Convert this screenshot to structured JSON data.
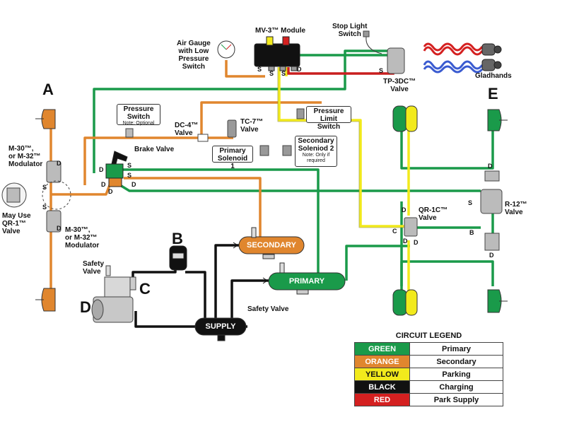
{
  "labels": {
    "mv3": "MV-3™ Module",
    "stop_light_1": "Stop Light",
    "stop_light_2": "Switch",
    "air_gauge_1": "Air Gauge",
    "air_gauge_2": "with Low",
    "air_gauge_3": "Pressure",
    "air_gauge_4": "Switch",
    "gladhands": "Gladhands",
    "tp3dc_1": "TP-3DC™",
    "tp3dc_2": "Valve",
    "pressure_switch_1": "Pressure",
    "pressure_switch_2": "Switch",
    "pressure_switch_note": "Note: Optional",
    "dc4_1": "DC-4™",
    "dc4_2": "Valve",
    "tc7_1": "TC-7™",
    "tc7_2": "Valve",
    "plimit_1": "Pressure",
    "plimit_2": "Limit Switch",
    "brake_valve": "Brake Valve",
    "primary_sol_1": "Primary",
    "primary_sol_2": "Solenoid 1",
    "secondary_sol_1": "Secondary",
    "secondary_sol_2": "Soleniod 2",
    "secondary_sol_note_1": "Note: Only if",
    "secondary_sol_note_2": "required",
    "m30_top_1": "M-30™,",
    "m30_top_2": "or M-32™",
    "m30_top_3": "Modulator",
    "may_use_1": "May Use",
    "may_use_2": "QR-1™",
    "may_use_3": "Valve",
    "m30_bot_1": "M-30™,",
    "m30_bot_2": "or M-32™",
    "m30_bot_3": "Modulator",
    "safety_valve_1": "Safety",
    "safety_valve_2": "Valve",
    "safety_valve_right": "Safety Valve",
    "qr1c_1": "QR-1C™",
    "qr1c_2": "Valve",
    "r12_1": "R-12™",
    "r12_2": "Valve"
  },
  "letters": {
    "a": "A",
    "b": "B",
    "c": "C",
    "d": "D",
    "e": "E"
  },
  "tanks": {
    "secondary": "SECONDARY",
    "primary": "PRIMARY",
    "supply": "SUPPLY"
  },
  "ports": {
    "s": "S",
    "d": "D",
    "b": "B",
    "c": "C"
  },
  "legend": {
    "title": "CIRCUIT LEGEND",
    "rows": [
      {
        "color_name": "GREEN",
        "color": "#1a9a4a",
        "text_color": "#ffffff",
        "circuit": "Primary"
      },
      {
        "color_name": "ORANGE",
        "color": "#e0862e",
        "text_color": "#ffffff",
        "circuit": "Secondary"
      },
      {
        "color_name": "YELLOW",
        "color": "#f2ea1c",
        "text_color": "#111111",
        "circuit": "Parking"
      },
      {
        "color_name": "BLACK",
        "color": "#111111",
        "text_color": "#ffffff",
        "circuit": "Charging"
      },
      {
        "color_name": "RED",
        "color": "#d42020",
        "text_color": "#ffffff",
        "circuit": "Park Supply"
      }
    ]
  },
  "colors": {
    "green": "#1a9a4a",
    "orange": "#e0862e",
    "yellow": "#f2ea1c",
    "black": "#111111",
    "red": "#c81e1e",
    "blue": "#3a5bd0",
    "grey": "#9a9a9a"
  }
}
